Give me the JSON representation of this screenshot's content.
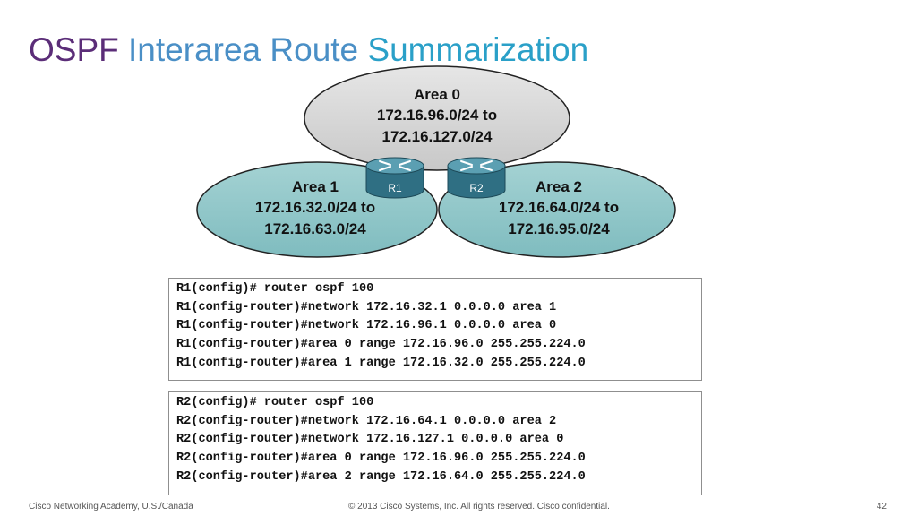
{
  "slide": {
    "title_part1": "OSPF ",
    "title_part2": "Interarea Route ",
    "title_part3": "Summarization"
  },
  "diagram": {
    "area0": {
      "name": "Area 0",
      "line1": "172.16.96.0/24 to",
      "line2": "172.16.127.0/24"
    },
    "area1": {
      "name": "Area 1",
      "line1": "172.16.32.0/24 to",
      "line2": "172.16.63.0/24"
    },
    "area2": {
      "name": "Area 2",
      "line1": "172.16.64.0/24 to",
      "line2": "172.16.95.0/24"
    },
    "routers": {
      "r1": "R1",
      "r2": "R2"
    },
    "colors": {
      "area0_fill": "#d4d4d4",
      "area_fill": "#8ec6c8",
      "router_fill": "#3d7f93"
    }
  },
  "config": {
    "r1": [
      "R1(config)# router ospf 100",
      "R1(config-router)#network 172.16.32.1 0.0.0.0 area 1",
      "R1(config-router)#network 172.16.96.1 0.0.0.0 area 0",
      "R1(config-router)#area 0 range 172.16.96.0 255.255.224.0",
      "R1(config-router)#area 1 range 172.16.32.0 255.255.224.0"
    ],
    "r2": [
      "R2(config)# router ospf 100",
      "R2(config-router)#network 172.16.64.1 0.0.0.0 area 2",
      "R2(config-router)#network 172.16.127.1 0.0.0.0 area 0",
      "R2(config-router)#area 0 range 172.16.96.0 255.255.224.0",
      "R2(config-router)#area 2 range 172.16.64.0 255.255.224.0"
    ]
  },
  "footer": {
    "left": "Cisco Networking Academy, U.S./Canada",
    "center": "© 2013 Cisco Systems, Inc. All rights reserved. Cisco confidential.",
    "page": "42"
  }
}
